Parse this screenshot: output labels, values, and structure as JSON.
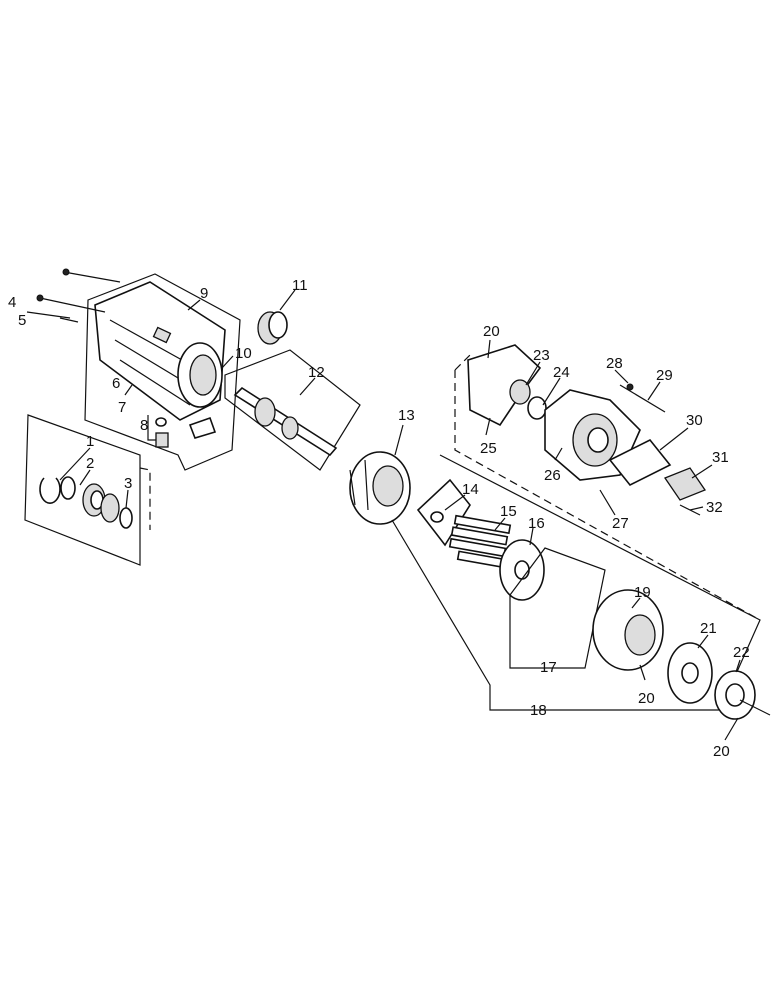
{
  "labels": {
    "l1": "1",
    "l2": "2",
    "l3": "3",
    "l4": "4",
    "l5": "5",
    "l6": "6",
    "l7": "7",
    "l8": "8",
    "l9": "9",
    "l10": "10",
    "l11": "11",
    "l12": "12",
    "l13": "13",
    "l14": "14",
    "l15": "15",
    "l16": "16",
    "l17": "17",
    "l18": "18",
    "l19": "19",
    "l20a": "20",
    "l20b": "20",
    "l20c": "20",
    "l21": "21",
    "l22": "22",
    "l23": "23",
    "l24": "24",
    "l25": "25",
    "l26": "26",
    "l27": "27",
    "l28": "28",
    "l29": "29",
    "l30": "30",
    "l31": "31",
    "l32": "32"
  }
}
